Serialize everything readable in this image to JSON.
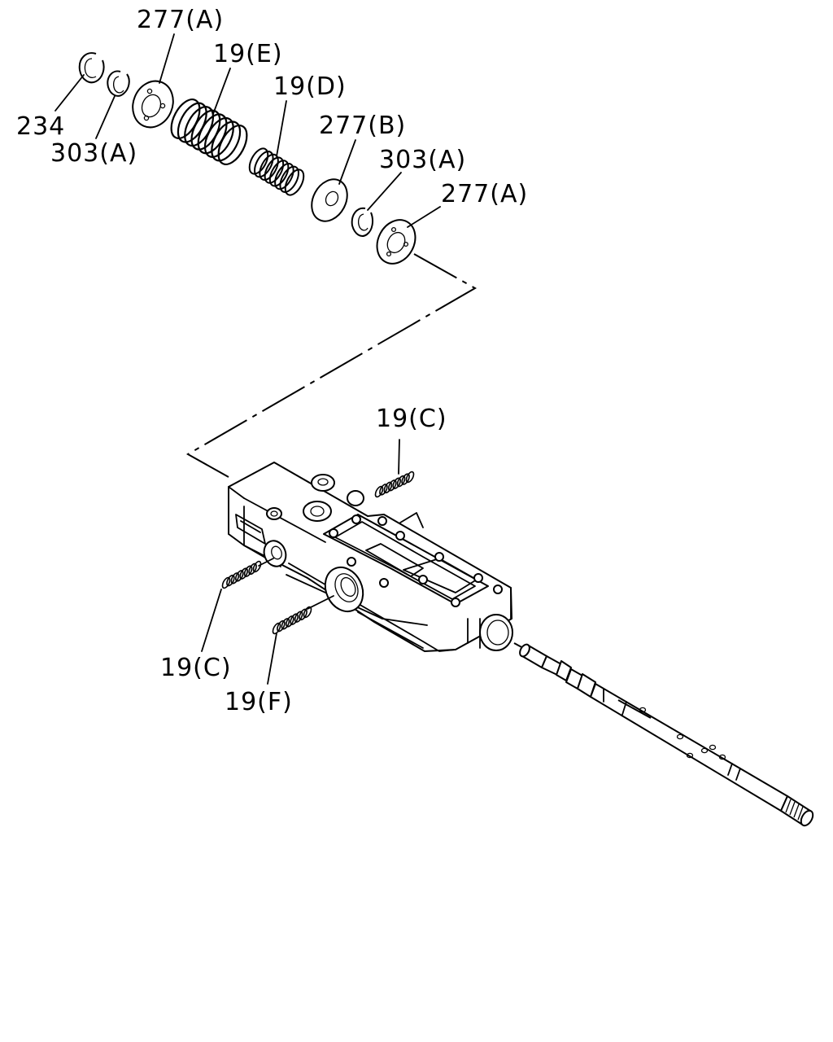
{
  "labels": {
    "l234": "234",
    "l303a_top": "303(A)",
    "l277a_top": "277(A)",
    "l19e": "19(E)",
    "l19d": "19(D)",
    "l277b": "277(B)",
    "l303a_mid": "303(A)",
    "l277a_mid": "277(A)",
    "l19c_top": "19(C)",
    "l19c_bottom": "19(C)",
    "l19f": "19(F)"
  }
}
